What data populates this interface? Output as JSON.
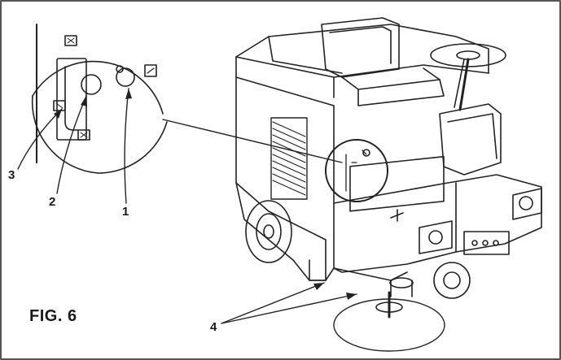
{
  "figure": {
    "label": "FIG. 6",
    "callouts": [
      "1",
      "2",
      "3",
      "4"
    ]
  }
}
